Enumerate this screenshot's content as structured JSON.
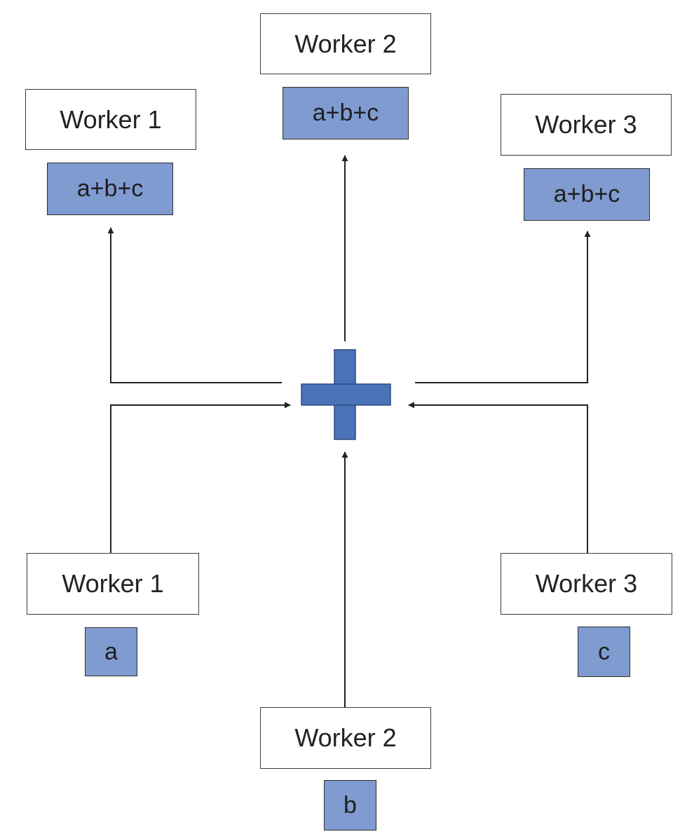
{
  "colors": {
    "value_fill": "#7f9bd0",
    "plus_fill": "#4a72b8",
    "line": "#222222"
  },
  "center_operator": "plus-icon",
  "outputs": [
    {
      "worker": "Worker 1",
      "value": "a+b+c"
    },
    {
      "worker": "Worker 2",
      "value": "a+b+c"
    },
    {
      "worker": "Worker 3",
      "value": "a+b+c"
    }
  ],
  "inputs": [
    {
      "worker": "Worker 1",
      "value": "a"
    },
    {
      "worker": "Worker 2",
      "value": "b"
    },
    {
      "worker": "Worker 3",
      "value": "c"
    }
  ]
}
